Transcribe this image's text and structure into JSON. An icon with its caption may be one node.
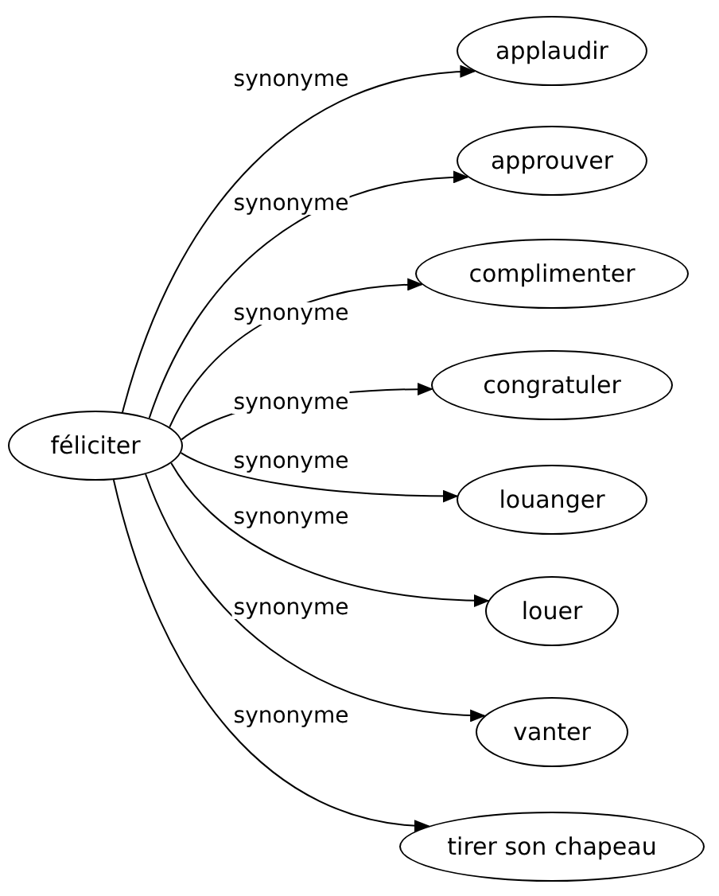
{
  "diagram": {
    "nodes": [
      {
        "text": [
          "féliciter"
        ]
      },
      {
        "text": [
          "applaudir"
        ]
      },
      {
        "text": [
          "approuver"
        ]
      },
      {
        "text": [
          "complimenter"
        ]
      },
      {
        "text": [
          "congratuler"
        ]
      },
      {
        "text": [
          "louanger"
        ]
      },
      {
        "text": [
          "louer"
        ]
      },
      {
        "text": [
          "vanter"
        ]
      },
      {
        "text": [
          "tirer son chapeau"
        ]
      }
    ],
    "edges": [
      {
        "from": 0,
        "to": 1,
        "arrow": "to",
        "label": "synonyme"
      },
      {
        "from": 0,
        "to": 2,
        "arrow": "to",
        "label": "synonyme"
      },
      {
        "from": 0,
        "to": 3,
        "arrow": "to",
        "label": "synonyme"
      },
      {
        "from": 0,
        "to": 4,
        "arrow": "to",
        "label": "synonyme"
      },
      {
        "from": 0,
        "to": 5,
        "arrow": "to",
        "label": "synonyme"
      },
      {
        "from": 0,
        "to": 6,
        "arrow": "to",
        "label": "synonyme"
      },
      {
        "from": 0,
        "to": 7,
        "arrow": "to",
        "label": "synonyme"
      },
      {
        "from": 0,
        "to": 8,
        "arrow": "to",
        "label": "synonyme"
      }
    ]
  }
}
